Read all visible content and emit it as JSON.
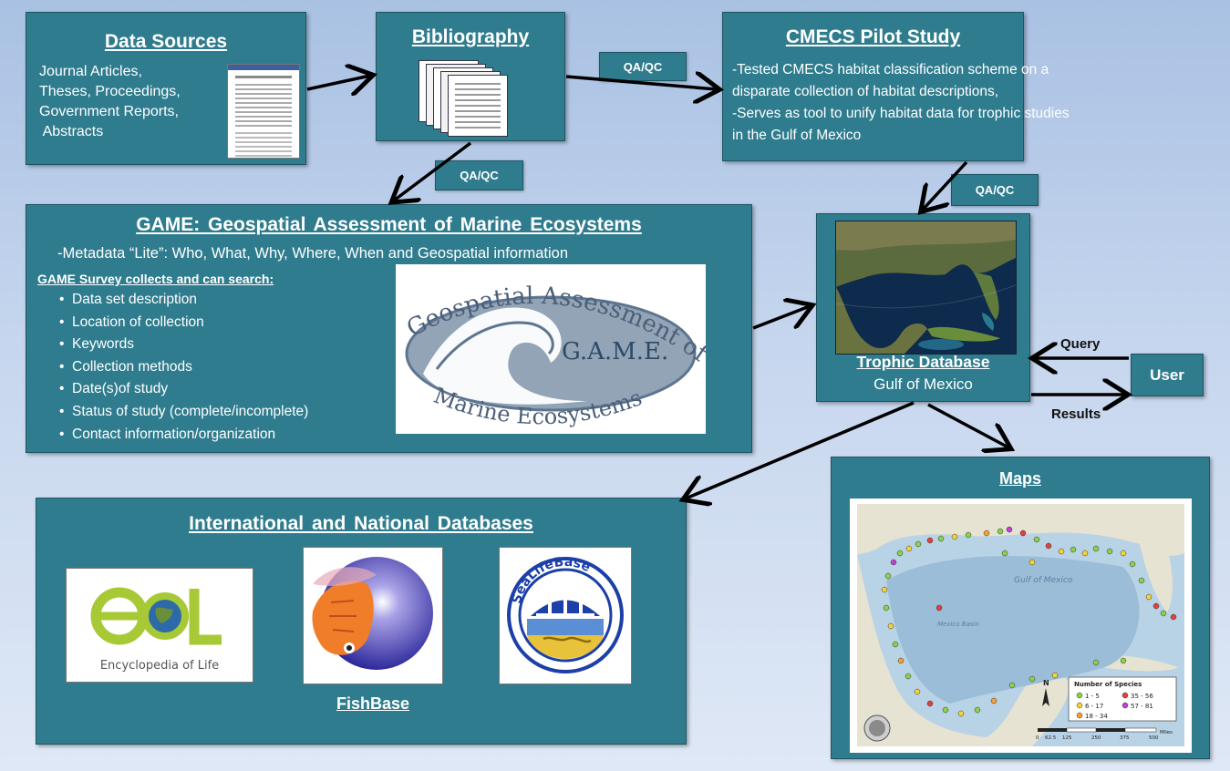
{
  "data_sources": {
    "title": "Data Sources",
    "items": [
      "Journal Articles,",
      "Theses, Proceedings,",
      "Government Reports,",
      " Abstracts"
    ]
  },
  "bibliography": {
    "title": "Bibliography"
  },
  "cmecs": {
    "title": "CMECS Pilot Study",
    "lines": [
      "-Tested CMECS habitat classification scheme on a",
      "disparate collection of habitat descriptions,",
      "-Serves as tool to unify habitat data for trophic studies",
      "in the Gulf of Mexico"
    ]
  },
  "qa_tags": [
    "QA/QC",
    "QA/QC",
    "QA/QC"
  ],
  "game": {
    "title": "GAME: Geospatial Assessment of Marine Ecosystems",
    "subtitle": "-Metadata “Lite”: Who, What, Why, Where, When and Geospatial information",
    "survey_label": "GAME Survey collects and can search:",
    "items": [
      "Data set description",
      "Location of collection",
      "Keywords",
      "Collection methods",
      "Date(s)of study",
      "Status of study (complete/incomplete)",
      "Contact information/organization"
    ],
    "logo_top": "Geospatial Assessment of",
    "logo_center": "G.A.M.E.",
    "logo_bottom": "Marine Ecosystems"
  },
  "trophic": {
    "title": "Trophic Database",
    "subtitle": "Gulf of Mexico"
  },
  "user": {
    "label": "User",
    "query": "Query",
    "results": "Results"
  },
  "maps": {
    "title": "Maps",
    "water_label": "Gulf of Mexico",
    "basin_label": "Mexico Basin",
    "legend_title": "Number of Species",
    "legend_items": [
      "1 - 5",
      "35 - 56",
      "6 - 17",
      "57 - 81",
      "18 - 34"
    ],
    "scale": [
      "0",
      "62.5",
      "125",
      "250",
      "375",
      "500",
      "Miles"
    ],
    "north": "N"
  },
  "intl": {
    "title": "International and National Databases",
    "eol_caption": "Encyclopedia of Life",
    "fishbase_caption": "FishBase",
    "sealife_text": "SeaLifeBase"
  },
  "colors": {
    "box": "#2f7c8e",
    "box_border": "#1d5563",
    "text": "#ffffff"
  }
}
